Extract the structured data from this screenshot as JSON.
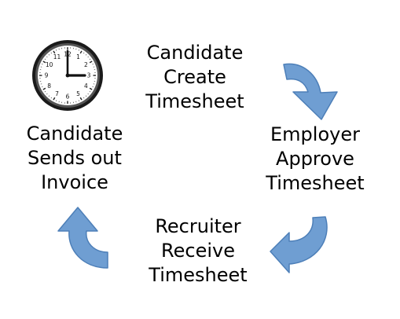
{
  "colors": {
    "arrow_fill": "#6f9ed2",
    "arrow_stroke": "#4d7fb8",
    "clock_face": "#ffffff",
    "clock_rim": "#111111"
  },
  "steps": [
    {
      "lines": [
        "Candidate",
        "Create",
        "Timesheet"
      ]
    },
    {
      "lines": [
        "Employer",
        "Approve",
        "Timesheet"
      ]
    },
    {
      "lines": [
        "Recruiter",
        "Receive",
        "Timesheet"
      ]
    },
    {
      "lines": [
        "Candidate",
        "Sends out",
        "Invoice"
      ]
    }
  ],
  "clock": {
    "numerals": [
      "12",
      "1",
      "2",
      "3",
      "4",
      "5",
      "6",
      "7",
      "8",
      "9",
      "10",
      "11"
    ],
    "icon": "clock-icon",
    "time": {
      "hour": 3,
      "minute": 0
    }
  },
  "arrows": [
    {
      "icon": "curved-arrow-down-icon"
    },
    {
      "icon": "curved-arrow-left-icon"
    },
    {
      "icon": "curved-arrow-up-icon"
    }
  ]
}
